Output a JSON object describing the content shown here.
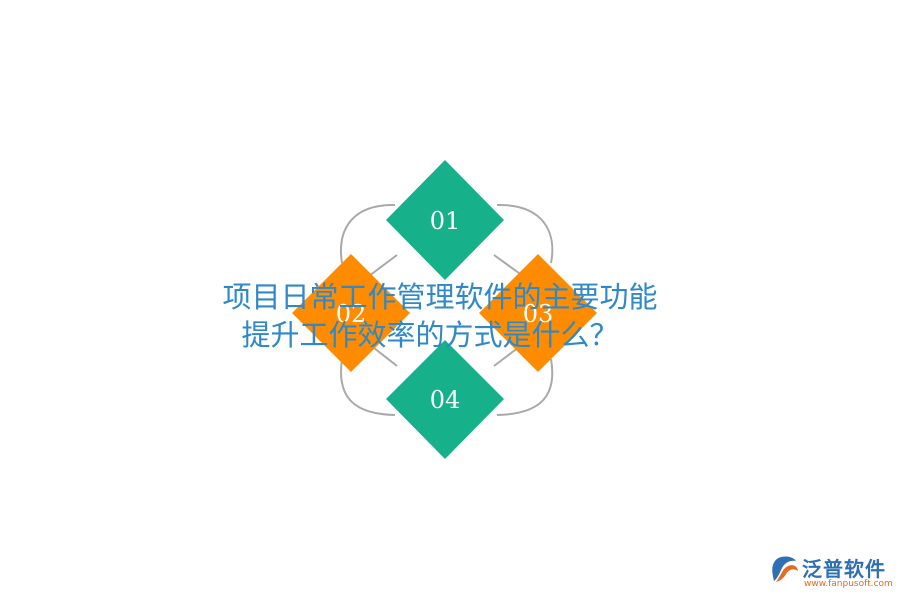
{
  "title": {
    "line1": "项目日常工作管理软件的主要功能",
    "line2": "提升工作效率的方式是什么？"
  },
  "nodes": [
    {
      "id": "01",
      "label": "01",
      "color": "#16b08a"
    },
    {
      "id": "02",
      "label": "02",
      "color": "#ff8c00"
    },
    {
      "id": "03",
      "label": "03",
      "color": "#ff8c00"
    },
    {
      "id": "04",
      "label": "04",
      "color": "#16b08a"
    }
  ],
  "connector_color": "#a9a9a9",
  "logo": {
    "name": "泛普软件",
    "url": "www.fanpusoft.com",
    "brand_blue": "#2f6fb3",
    "brand_orange": "#e46b23"
  }
}
